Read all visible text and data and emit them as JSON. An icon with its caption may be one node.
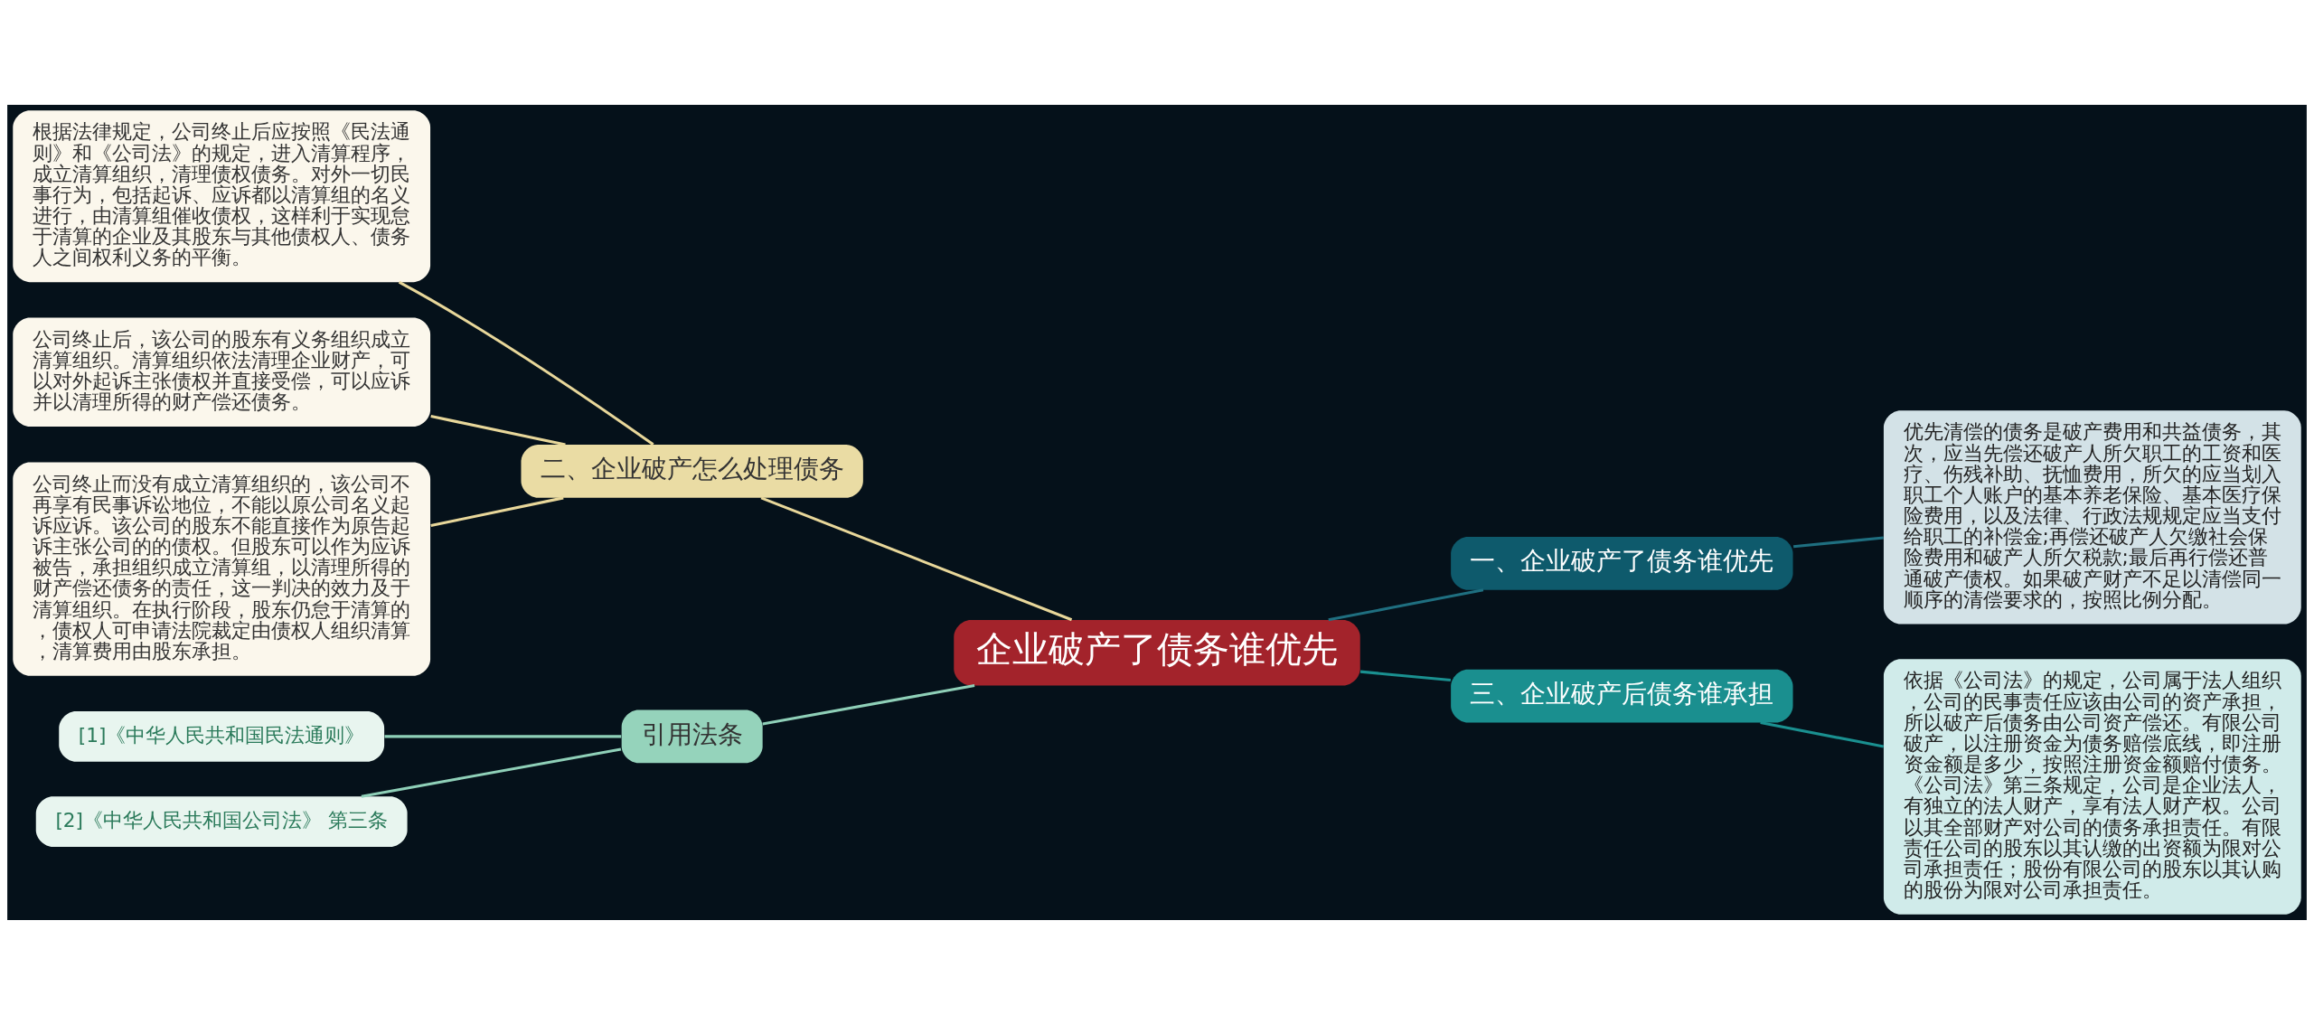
{
  "diagram": {
    "nodes": [
      {
        "text": [
          "企业破产了债务谁优先"
        ]
      },
      {
        "text": [
          "一、企业破产了债务谁优先"
        ]
      },
      {
        "text": [
          "优先清偿的债务是破产费用和共益债务，其次，应当先偿还破产人所欠职工的工资和医疗、伤残补助、抚恤费用，所欠的应当划入职工个人账户的基本养老保险、基本医疗保险费用，以及法律、行政法规规定应当支付给职工的补偿金;再偿还破产人欠缴社会保险费用和破产人所欠税款;最后再行偿还普通破产债权。如果破产财产不足以清偿同一顺序的清偿要求的，按照比例分配。"
        ]
      },
      {
        "text": [
          "二、企业破产怎么处理债务"
        ]
      },
      {
        "text": [
          "根据法律规定，公司终止后应按照《民法通则》和《公司法》的规定，进入清算程序，成立清算组织，清理债权债务。对外一切民事行为，包括起诉、应诉都以清算组的名义进行，由清算组催收债权，这样利于实现怠于清算的企业及其股东与其他债权人、债务人之间权利义务的平衡。"
        ]
      },
      {
        "text": [
          "公司终止后，该公司的股东有义务组织成立清算组织。清算组织依法清理企业财产，可以对外起诉主张债权并直接受偿，可以应诉并以清理所得的财产偿还债务。"
        ]
      },
      {
        "text": [
          "公司终止而没有成立清算组织的，该公司不再享有民事诉讼地位，不能以原公司名义起诉应诉。该公司的股东不能直接作为原告起诉主张公司的的债权。但股东可以作为应诉被告，承担组织成立清算组，以清理所得的财产偿还债务的责任，这一判决的效力及于清算组织。在执行阶段，股东仍怠于清算的，债权人可申请法院裁定由债权人组织清算，清算费用由股东承担。"
        ]
      },
      {
        "text": [
          "三、企业破产后债务谁承担"
        ]
      },
      {
        "text": [
          "依据《公司法》的规定，公司属于法人组织，公司的民事责任应该由公司的资产承担，所以破产后债务由公司资产偿还。有限公司破产，以注册资金为债务赔偿底线，即注册资金额是多少，按照注册资金额赔付债务。《公司法》第三条规定，公司是企业法人，有独立的法人财产，享有法人财产权。公司以其全部财产对公司的债务承担责任。有限责任公司的股东以其认缴的出资额为限对公司承担责任；股份有限公司的股东以其认购的股份为限对公司承担责任。"
        ]
      },
      {
        "text": [
          "引用法条"
        ]
      },
      {
        "text": [
          "[1]《中华人民共和国民法通则》"
        ]
      },
      {
        "text": [
          "[2]《中华人民共和国公司法》 第三条"
        ]
      }
    ],
    "edges": [
      {
        "from": 0,
        "to": 1,
        "arrow": "none",
        "color": "#1f6f80"
      },
      {
        "from": 1,
        "to": 2,
        "arrow": "none",
        "color": "#1f6f80"
      },
      {
        "from": 0,
        "to": 3,
        "arrow": "none"
      },
      {
        "from": 3,
        "to": 4,
        "arrow": "none"
      },
      {
        "from": 3,
        "to": 5,
        "arrow": "none"
      },
      {
        "from": 3,
        "to": 6,
        "arrow": "none"
      },
      {
        "from": 0,
        "to": 7,
        "arrow": "none",
        "color": "#1a9090"
      },
      {
        "from": 7,
        "to": 8,
        "arrow": "none",
        "color": "#1a9090"
      },
      {
        "from": 0,
        "to": 9,
        "arrow": "none",
        "color": "#8fd0b8"
      },
      {
        "from": 9,
        "to": 10,
        "arrow": "none",
        "color": "#8fd0b8"
      },
      {
        "from": 9,
        "to": 11,
        "arrow": "none",
        "color": "#8fd0b8"
      }
    ]
  }
}
